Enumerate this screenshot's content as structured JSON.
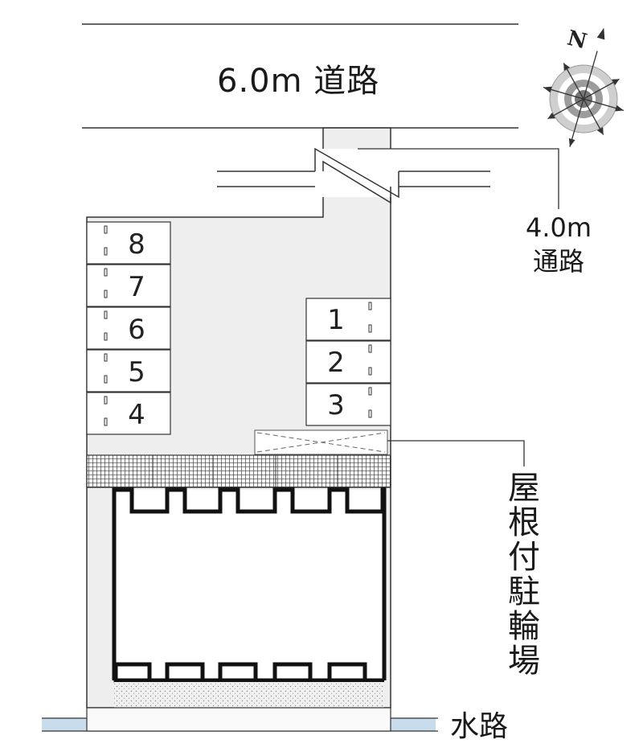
{
  "map": {
    "main_road_label": "6.0m 道路",
    "lane_label_width": "4.0m",
    "lane_label_text": "通路",
    "bicycle_parking_label": "屋根付駐輪場",
    "waterway_label": "水路",
    "north_label": "N",
    "parking_left": [
      "8",
      "7",
      "6",
      "5",
      "4"
    ],
    "parking_right": [
      "1",
      "2",
      "3"
    ],
    "colors": {
      "lot_fill": "#eeeeee",
      "line": "#333333",
      "waterway": "#c9dcec"
    }
  }
}
